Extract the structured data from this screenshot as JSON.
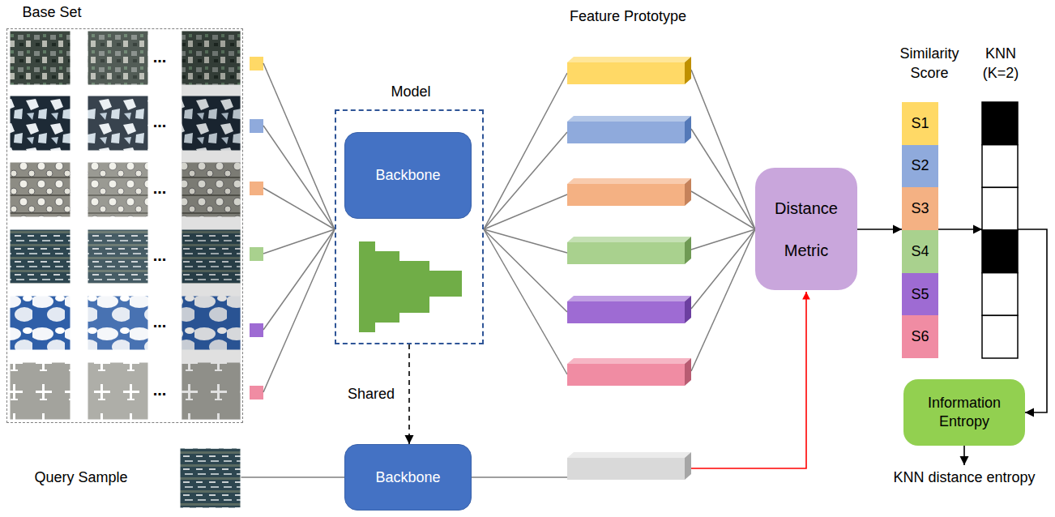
{
  "diagram": {
    "nodes": [
      {
        "text": [
          "Base Set"
        ]
      },
      {
        "text": [
          "Model"
        ]
      },
      {
        "text": [
          "Backbone"
        ],
        "in": 1
      },
      {
        "text": [
          "Backbone"
        ]
      },
      {
        "text": [
          "Distance Metric"
        ]
      },
      {
        "text": [
          "Similarity Score"
        ]
      },
      {
        "text": [
          "S1"
        ],
        "in": 5
      },
      {
        "text": [
          "S2"
        ],
        "in": 5
      },
      {
        "text": [
          "S3"
        ],
        "in": 5
      },
      {
        "text": [
          "S4"
        ],
        "in": 5
      },
      {
        "text": [
          "S5"
        ],
        "in": 5
      },
      {
        "text": [
          "S6"
        ],
        "in": 5
      },
      {
        "text": [
          "KNN (K=2)"
        ]
      },
      {
        "text": [
          "Information Entropy"
        ]
      }
    ],
    "edges": [
      {
        "from": 1,
        "to": 3,
        "arrow": "to",
        "label": "Shared"
      },
      {
        "from": 4,
        "to": 5,
        "arrow": "to"
      },
      {
        "from": 5,
        "to": 12,
        "arrow": "to"
      },
      {
        "from": 12,
        "to": 13,
        "arrow": "to"
      }
    ],
    "labels": [
      "Feature Prototype",
      "...",
      "...",
      "...",
      "...",
      "...",
      "...",
      "Query Sample",
      "KNN distance entropy"
    ]
  }
}
